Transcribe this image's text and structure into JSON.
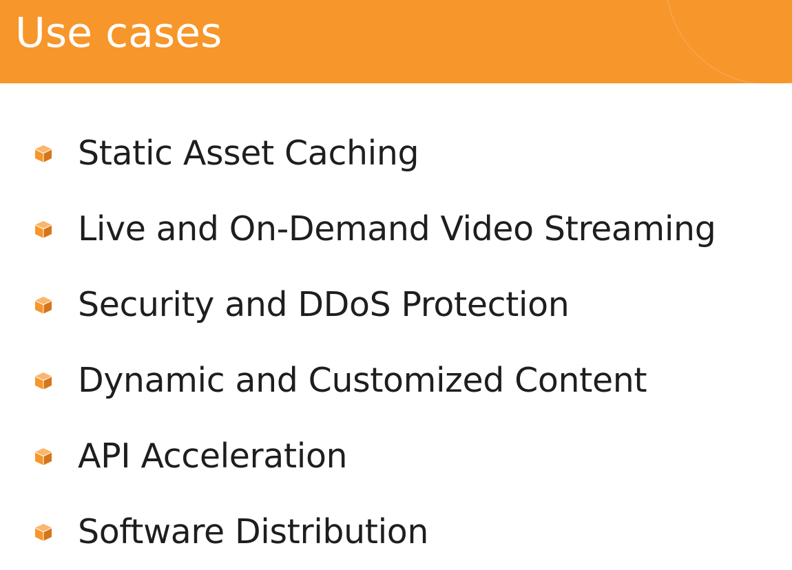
{
  "slide": {
    "title": "Use cases",
    "accent_color": "#f7962b",
    "bullet_icon": "cube-icon",
    "items": [
      {
        "label": "Static Asset Caching"
      },
      {
        "label": "Live and On-Demand Video Streaming"
      },
      {
        "label": "Security and DDoS Protection"
      },
      {
        "label": "Dynamic and Customized Content"
      },
      {
        "label": "API Acceleration"
      },
      {
        "label": "Software Distribution"
      }
    ]
  }
}
